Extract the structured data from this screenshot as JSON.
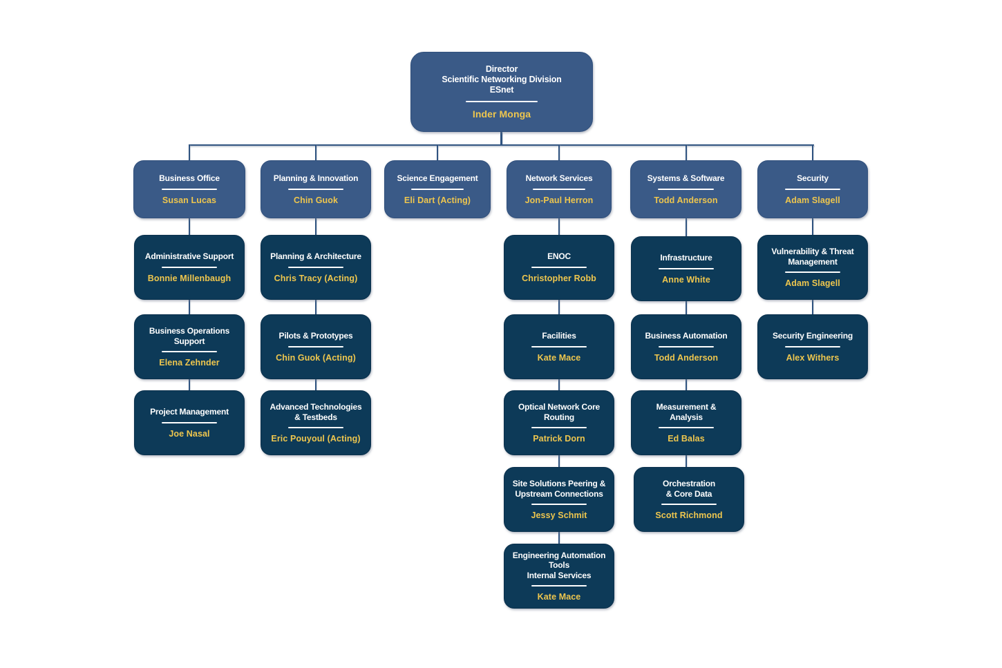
{
  "root": {
    "title": "Director\nScientific Networking Division\nESnet",
    "name": "Inder Monga"
  },
  "columns": [
    {
      "head": {
        "title": "Business Office",
        "name": "Susan Lucas"
      },
      "children": [
        {
          "title": "Administrative Support",
          "name": "Bonnie Millenbaugh"
        },
        {
          "title": "Business Operations\nSupport",
          "name": "Elena Zehnder"
        },
        {
          "title": "Project Management",
          "name": "Joe Nasal"
        }
      ]
    },
    {
      "head": {
        "title": "Planning & Innovation",
        "name": "Chin Guok"
      },
      "children": [
        {
          "title": "Planning & Architecture",
          "name": "Chris Tracy (Acting)"
        },
        {
          "title": "Pilots & Prototypes",
          "name": "Chin Guok (Acting)"
        },
        {
          "title": "Advanced Technologies\n& Testbeds",
          "name": "Eric Pouyoul (Acting)"
        }
      ]
    },
    {
      "head": {
        "title": "Science Engagement",
        "name": "Eli Dart (Acting)"
      },
      "children": []
    },
    {
      "head": {
        "title": "Network Services",
        "name": "Jon-Paul Herron"
      },
      "children": [
        {
          "title": "ENOC",
          "name": "Christopher Robb"
        },
        {
          "title": "Facilities",
          "name": "Kate Mace"
        },
        {
          "title": "Optical Network Core\nRouting",
          "name": "Patrick Dorn"
        },
        {
          "title": "Site Solutions Peering &\nUpstream Connections",
          "name": "Jessy Schmit"
        },
        {
          "title": "Engineering Automation\nTools\nInternal Services",
          "name": "Kate Mace"
        }
      ]
    },
    {
      "head": {
        "title": "Systems & Software",
        "name": "Todd Anderson"
      },
      "children": [
        {
          "title": "Infrastructure",
          "name": "Anne White"
        },
        {
          "title": "Business Automation",
          "name": "Todd Anderson"
        },
        {
          "title": "Measurement &\nAnalysis",
          "name": "Ed Balas"
        },
        {
          "title": "Orchestration\n& Core Data",
          "name": "Scott Richmond"
        }
      ]
    },
    {
      "head": {
        "title": "Security",
        "name": "Adam Slagell"
      },
      "children": [
        {
          "title": "Vulnerability & Threat\nManagement",
          "name": "Adam Slagell"
        },
        {
          "title": "Security Engineering",
          "name": "Alex Withers"
        }
      ]
    }
  ],
  "colors": {
    "level2_fill": "#3a5a87",
    "level3_fill": "#0d3a58",
    "connector": "#2f5380",
    "title_text": "#ffffff",
    "name_text": "#eec64e"
  }
}
